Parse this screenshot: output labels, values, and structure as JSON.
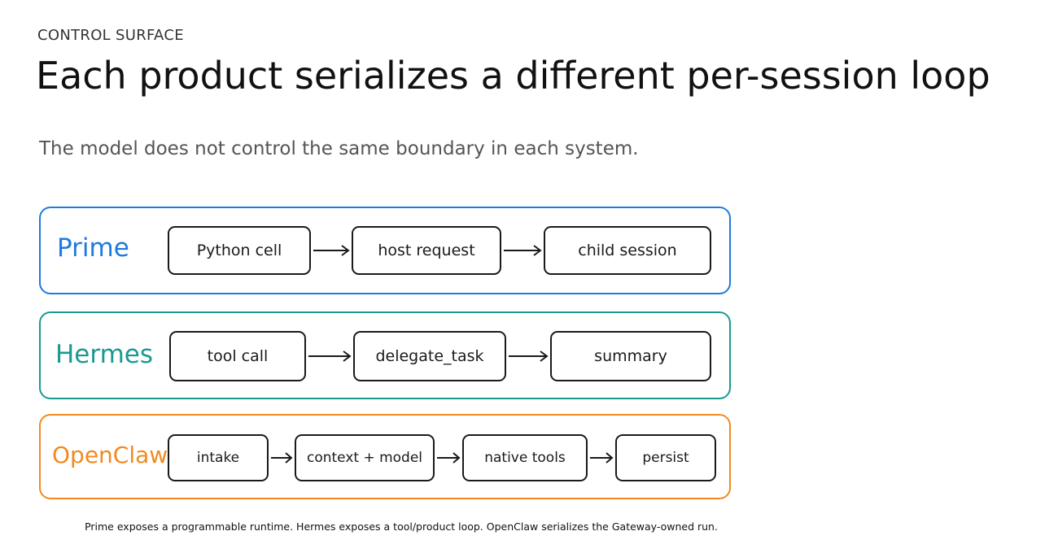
{
  "header": {
    "eyebrow": "CONTROL SURFACE",
    "title": "Each product serializes a different per-session loop",
    "subtitle": "The model does not control the same boundary in each system."
  },
  "diagram": {
    "lanes": [
      {
        "name": "Prime",
        "color": "#1f7ae0",
        "steps": [
          "Python cell",
          "host request",
          "child session"
        ]
      },
      {
        "name": "Hermes",
        "color": "#1a9a8f",
        "steps": [
          "tool call",
          "delegate_task",
          "summary"
        ]
      },
      {
        "name": "OpenClaw",
        "color": "#f28a1e",
        "steps": [
          "intake",
          "context + model",
          "native tools",
          "persist"
        ]
      }
    ],
    "caption": "Prime exposes a programmable runtime. Hermes exposes a tool/product loop. OpenClaw serializes the Gateway-owned run."
  }
}
